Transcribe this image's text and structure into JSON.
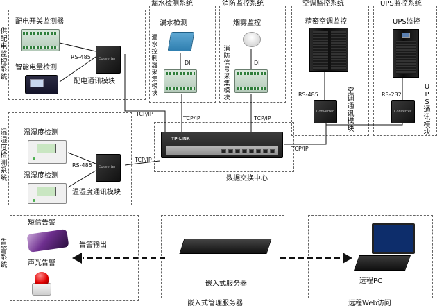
{
  "power": {
    "section_label": "供配电监控系统",
    "switch_monitor": "配电开关监测器",
    "energy_detect": "智能电量检测",
    "rs485": "RS-485",
    "comm_module": "配电通讯模块"
  },
  "leak": {
    "section_label": "漏水检测系统",
    "detect": "漏水检测",
    "collector": "漏水控制器采集模块",
    "di": "DI"
  },
  "fire": {
    "section_label": "消防监控系统",
    "smoke": "烟雾监控",
    "collector": "消防信号采集模块",
    "di": "DI"
  },
  "aircon": {
    "section_label": "空调监控系统",
    "precision": "精密空调监控",
    "rs485": "RS-485",
    "comm_module": "空调通讯模块"
  },
  "ups": {
    "section_label": "UPS监控系统",
    "monitor": "UPS监控",
    "rs232": "RS-232",
    "comm_module": "UPS通讯模块"
  },
  "th": {
    "section_label": "温湿度检测系统",
    "detect1": "温湿度检测",
    "detect2": "温湿度检测",
    "rs485": "RS-485",
    "comm_module": "温湿度通讯模块"
  },
  "network": {
    "tcpip_power": "TCP/IP",
    "tcpip_leak": "TCP/IP",
    "tcpip_fire": "TCP/IP",
    "tcpip_th": "TCP/IP",
    "tcpip_right": "TCP/IP",
    "switch_brand": "TP-LINK",
    "switch_center": "数据交换中心"
  },
  "alarm": {
    "section_label": "告警系统",
    "sms": "短信告警",
    "sound_light": "声光告警",
    "output": "告警输出"
  },
  "server": {
    "device_label": "嵌入式服务器",
    "box_label": "嵌入式管理服务器"
  },
  "web": {
    "pc_label": "远程PC",
    "box_label": "远程Web访问"
  },
  "colors": {
    "dashed": "#666666",
    "wire": "#111111",
    "green_module": "#b3c9b8",
    "blue_screen": "#0d2d6b",
    "alarm_red": "#e00000",
    "sms_purple": "#6e2f8f"
  }
}
